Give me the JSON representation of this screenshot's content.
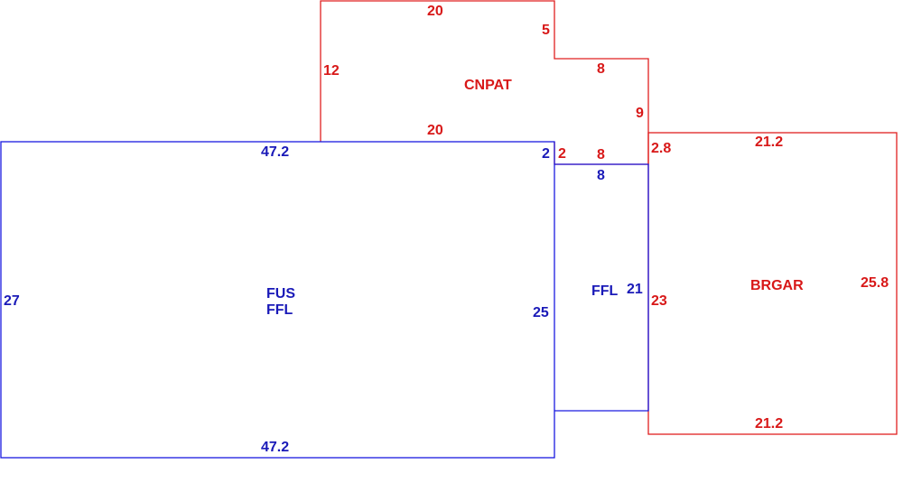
{
  "colors": {
    "red": "#d81818",
    "blue": "#1a1ab8"
  },
  "areas": {
    "cnpat": {
      "name": "CNPAT",
      "dims": {
        "top": "20",
        "step_down": "5",
        "step_right": "8",
        "right": "9",
        "left": "12",
        "bottom": "20",
        "notch": "2",
        "lower_right": "8"
      }
    },
    "fus_ffl": {
      "name_line1": "FUS",
      "name_line2": "FFL",
      "dims": {
        "top": "47.2",
        "bottom": "47.2",
        "left": "27",
        "right": "25",
        "notch": "2"
      }
    },
    "ffl": {
      "name": "FFL",
      "dims": {
        "top": "8",
        "right": "21"
      }
    },
    "brgar": {
      "name": "BRGAR",
      "dims": {
        "top": "21.2",
        "bottom": "21.2",
        "right": "25.8",
        "left": "23",
        "left_top": "2.8"
      }
    }
  }
}
